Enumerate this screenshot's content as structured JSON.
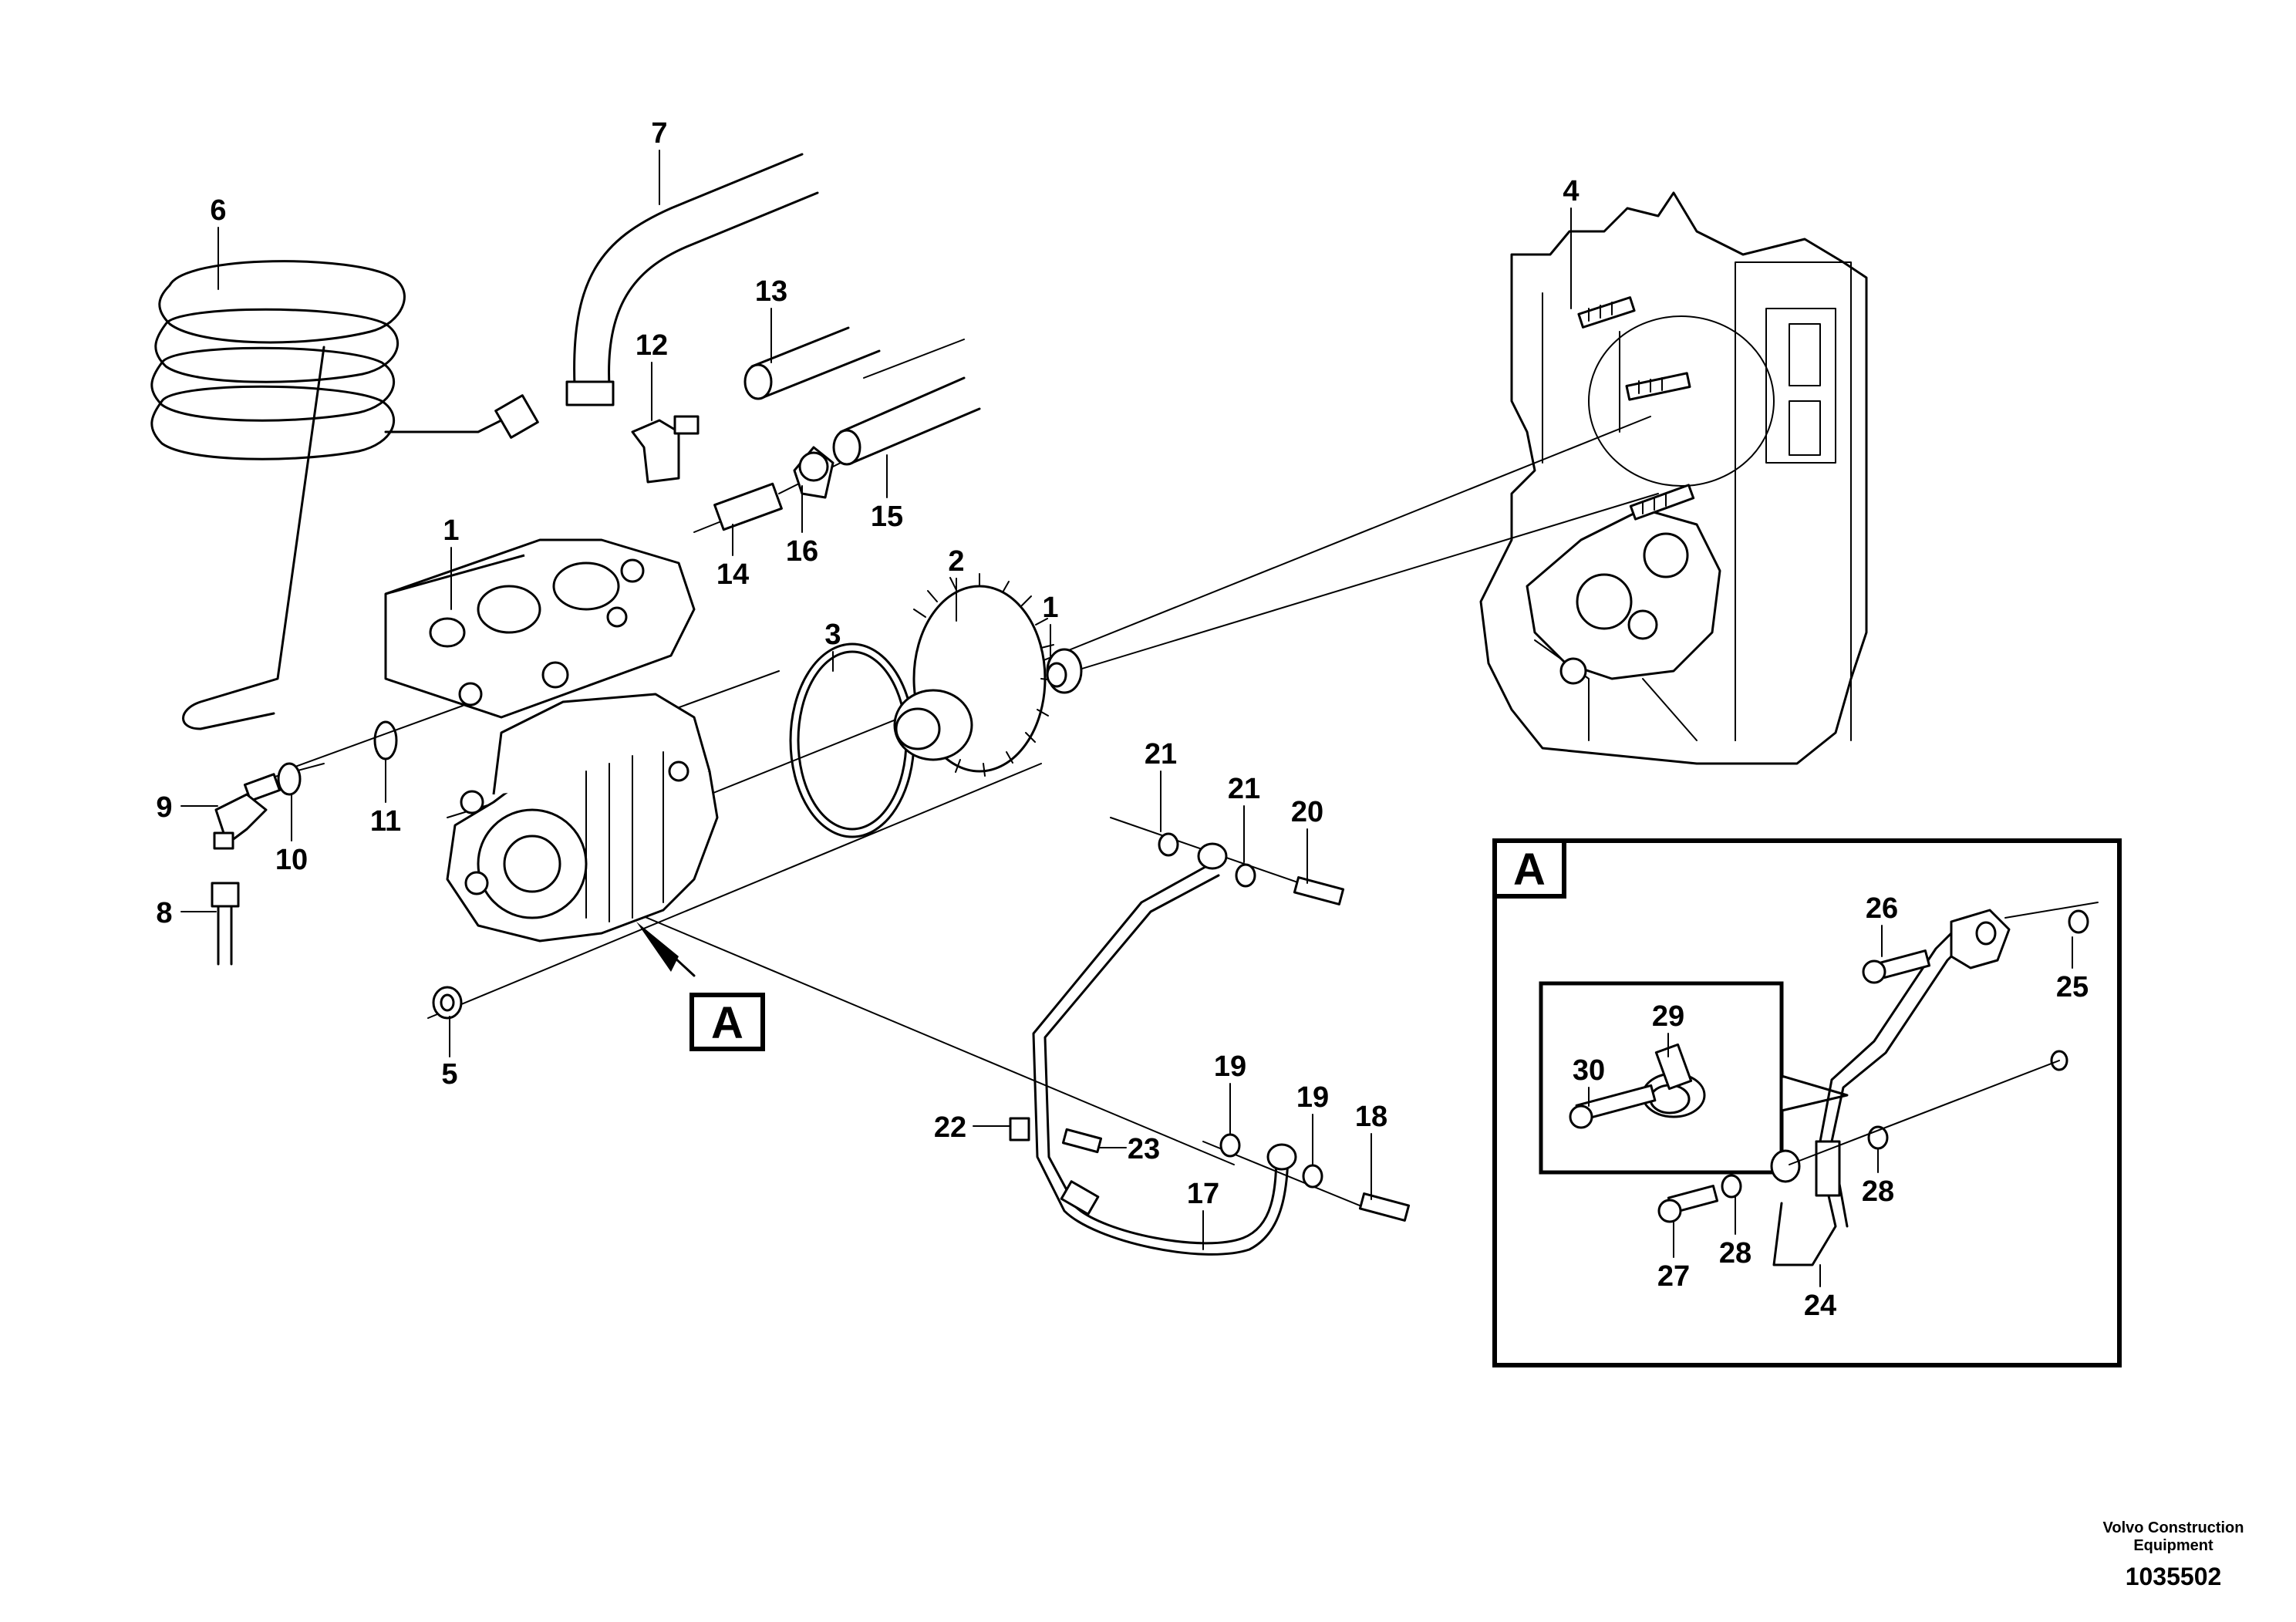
{
  "callouts": {
    "c1a": "1",
    "c1b": "1",
    "c2": "2",
    "c3": "3",
    "c4": "4",
    "c5": "5",
    "c6": "6",
    "c7": "7",
    "c8": "8",
    "c9": "9",
    "c10": "10",
    "c11": "11",
    "c12": "12",
    "c13": "13",
    "c14": "14",
    "c15": "15",
    "c16": "16",
    "c17": "17",
    "c18": "18",
    "c19a": "19",
    "c19b": "19",
    "c20": "20",
    "c21a": "21",
    "c21b": "21",
    "c22": "22",
    "c23": "23",
    "c24": "24",
    "c25": "25",
    "c26": "26",
    "c27": "27",
    "c28a": "28",
    "c28b": "28",
    "c29": "29",
    "c30": "30"
  },
  "view_marker": "A",
  "detail_box_label": "A",
  "footer": {
    "line1": "Volvo Construction",
    "line2": "Equipment",
    "doc_number": "1035502"
  }
}
